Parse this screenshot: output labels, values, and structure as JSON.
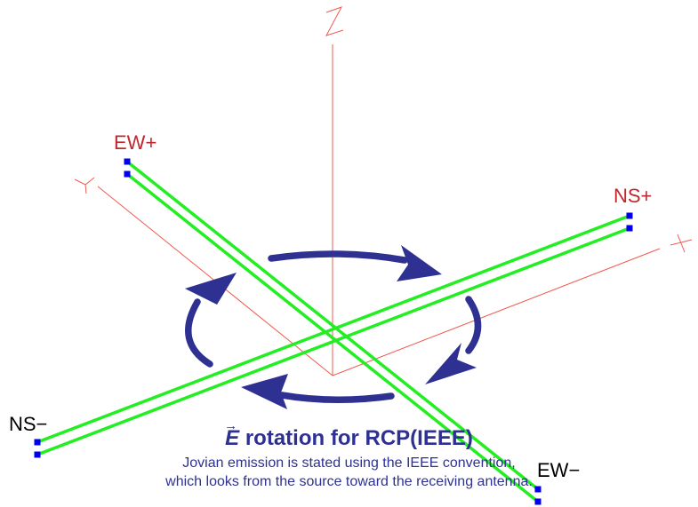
{
  "axes": {
    "z_label": "Z",
    "y_label": "Y",
    "x_label": "X",
    "color": "#f05a50"
  },
  "antenna": {
    "element_color": "#22ee22",
    "endpoint_color": "#0000ee",
    "ew_plus": "EW+",
    "ew_minus": "EW−",
    "ns_plus": "NS+",
    "ns_minus": "NS−",
    "plus_label_color": "#c1272d",
    "minus_label_color": "#000000"
  },
  "rotation_arrow_color": "#2e3192",
  "caption": {
    "vector_symbol": "E",
    "vector_arrow": "→",
    "title": "rotation for RCP(IEEE)",
    "line1": "Jovian emission is stated using the IEEE convention,",
    "line2": "which looks from the source toward the receiving antenna."
  }
}
